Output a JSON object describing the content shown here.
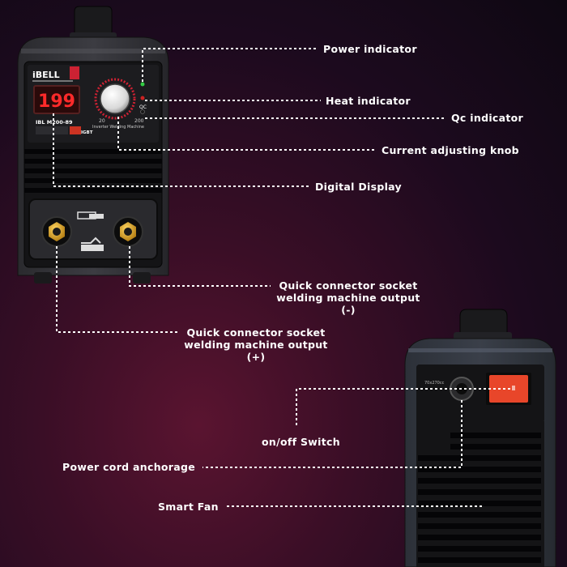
{
  "labels": {
    "power_indicator": "Power indicator",
    "heat_indicator": "Heat indicator",
    "qc_indicator": "Qc indicator",
    "current_knob": "Current adjusting knob",
    "digital_display": "Digital Display",
    "socket_neg_line1": "Quick connector socket",
    "socket_neg_line2": "welding machine output",
    "socket_neg_line3": "(-)",
    "socket_pos_line1": "Quick connector socket",
    "socket_pos_line2": "welding machine output",
    "socket_pos_line3": "(+)",
    "onoff_switch": "on/off Switch",
    "power_cord": "Power cord anchorage",
    "smart_fan": "Smart Fan"
  },
  "machine_front": {
    "brand": "iBELL",
    "display_value": "199",
    "model": "IBL M200-89",
    "subtitle": "Inverter Welding Machine",
    "dial_min": "20",
    "dial_max": "200",
    "badge_igbt": "IGBT",
    "qc_mark": "QC"
  },
  "machine_back": {
    "cable_spec": "70x270cc"
  },
  "colors": {
    "label_text": "#ffffff",
    "display_red": "#ff2a2a",
    "switch_red": "#e8462a",
    "connector_gold": "#e0a420"
  }
}
